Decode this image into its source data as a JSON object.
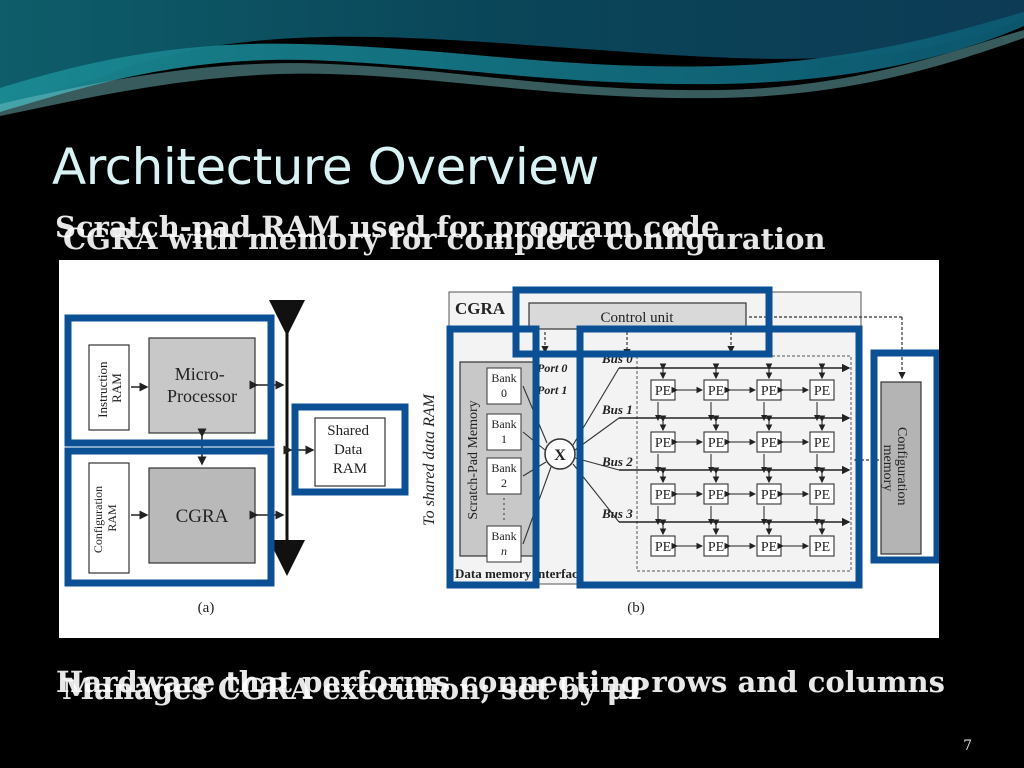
{
  "slide": {
    "title": "Architecture Overview",
    "page_number": "7",
    "overlap_top": [
      "Scratch-pad RAM used for program code",
      "CGRA with memory for complete configuration"
    ],
    "overlap_bottom": [
      "Hardware that performs connecting rows and columns",
      "Manages CGRA execution; set by μP"
    ]
  },
  "figure": {
    "a": {
      "instruction_ram": [
        "Instruction",
        "RAM"
      ],
      "micro_processor": [
        "Micro-",
        "Processor"
      ],
      "configuration_ram": [
        "Configuration",
        "RAM"
      ],
      "cgra": "CGRA",
      "shared_data_ram": [
        "Shared",
        "Data",
        "RAM"
      ],
      "caption": "(a)"
    },
    "b": {
      "cgra_label": "CGRA",
      "control_unit": "Control unit",
      "scratch_pad": "Scratch-Pad Memory",
      "banks": [
        [
          "Bank",
          "0"
        ],
        [
          "Bank",
          "1"
        ],
        [
          "Bank",
          "2"
        ],
        [
          "Bank",
          "n"
        ]
      ],
      "ports": [
        "Port 0",
        "Port 1"
      ],
      "buses": [
        "Bus 0",
        "Bus 1",
        "Bus 2",
        "Bus 3"
      ],
      "pe_label": "PE",
      "config_memory": [
        "Configuration",
        "memory"
      ],
      "to_shared": "To shared data RAM",
      "data_mem_interface": "Data memory interface",
      "crossbar": "X",
      "caption": "(b)"
    },
    "highlight_color": "#0b4f94"
  }
}
